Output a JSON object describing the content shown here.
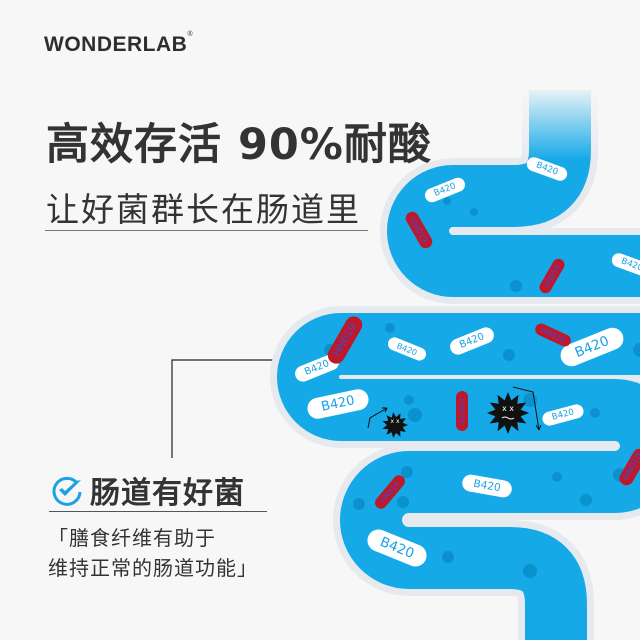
{
  "brand": {
    "name": "WONDERLAB",
    "mark": "®"
  },
  "headline": "高效存活 90%耐酸",
  "subtitle": "让好菌群长在肠道里",
  "feature": {
    "icon": "check-circle-icon",
    "title": "肠道有好菌",
    "description": [
      "「膳食纤维有助于",
      "维持正常的肠道功能」"
    ]
  },
  "illustration": {
    "probiotic_label": "B420",
    "strain_label": "HN019"
  },
  "colors": {
    "tube": "#15a9e8",
    "dot": "#0a8ac7",
    "strain": "#c0182b",
    "accent": "#1aa1e6",
    "text": "#333333"
  }
}
